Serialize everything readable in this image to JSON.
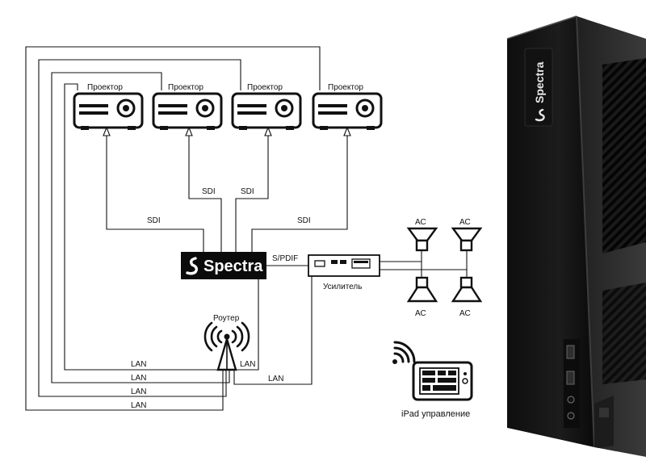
{
  "projectors": [
    {
      "label": "Проектор"
    },
    {
      "label": "Проектор"
    },
    {
      "label": "Проектор"
    },
    {
      "label": "Проектор"
    }
  ],
  "links": {
    "sdi_1": "SDI",
    "sdi_2": "SDI",
    "sdi_3": "SDI",
    "sdi_4": "SDI",
    "spdif": "S/PDIF",
    "lan_1": "LAN",
    "lan_2": "LAN",
    "lan_3": "LAN",
    "lan_4": "LAN",
    "lan_5": "LAN",
    "lan_6": "LAN"
  },
  "server": {
    "brand": "Spectra"
  },
  "amplifier": {
    "label": "Усилитель"
  },
  "router": {
    "label": "Роутер"
  },
  "speakers": [
    {
      "label": "АС"
    },
    {
      "label": "АС"
    },
    {
      "label": "АС"
    },
    {
      "label": "АС"
    }
  ],
  "ipad": {
    "label": "iPad управление"
  },
  "pc": {
    "brand": "Spectra"
  },
  "colors": {
    "line": "#111111",
    "device": "#0b0b0b",
    "pc_body": "#161616",
    "pc_side": "#2a2a2a"
  },
  "icons": [
    "projector-icon",
    "router-antenna-icon",
    "wifi-icon",
    "ipad-icon",
    "speaker-icon",
    "spectra-logo-icon",
    "usb-port-icon",
    "audio-jack-icon"
  ]
}
